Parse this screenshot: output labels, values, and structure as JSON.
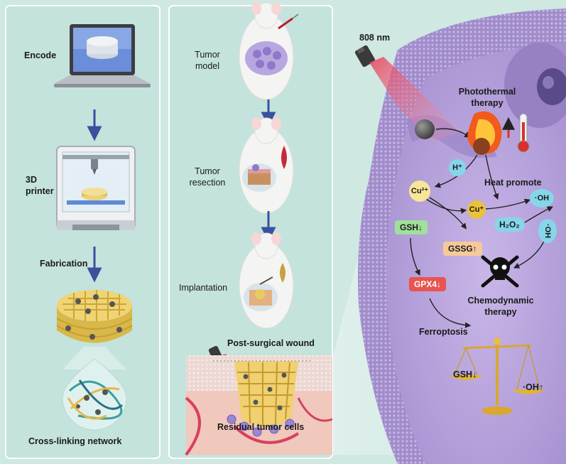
{
  "fabrication": {
    "encode": "Encode",
    "printer_line1": "3D",
    "printer_line2": "printer",
    "fabrication": "Fabrication",
    "network": "Cross-linking network"
  },
  "surgery": {
    "tumor_model_line1": "Tumor",
    "tumor_model_line2": "model",
    "tumor_resection_line1": "Tumor",
    "tumor_resection_line2": "resection",
    "implantation": "Implantation",
    "post_surgical_wound": "Post-surgical wound",
    "residual_tumor_cells": "Residual tumor cells"
  },
  "mechanism": {
    "laser": "808 nm",
    "photothermal_line1": "Photothermal",
    "photothermal_line2": "therapy",
    "h_plus": "H⁺",
    "heat_promote": "Heat promote",
    "cu2": "Cu²⁺",
    "cu1": "Cu⁺",
    "oh1": "·OH",
    "oh2": "·OH",
    "h2o2": "H₂O₂",
    "gsh_down": "GSH↓",
    "gssg_up": "GSSG↑",
    "gpx4_down": "GPX4↓",
    "chemodynamic_line1": "Chemodynamic",
    "chemodynamic_line2": "therapy",
    "ferroptosis": "Ferroptosis",
    "balance_gsh": "GSH↓",
    "balance_oh": "·OH↑"
  },
  "colors": {
    "panel_bg": "#c6e5de",
    "cell_membrane": "#a894cc",
    "cell_inner": "#b6a1d8",
    "arrow_blue": "#3a4f9e",
    "yellow_chip": "#f7e08a",
    "green_chip": "#9fe09a",
    "orange_chip": "#f6c99a",
    "red_chip": "#e85550",
    "cyan_chip": "#86d6ea"
  }
}
